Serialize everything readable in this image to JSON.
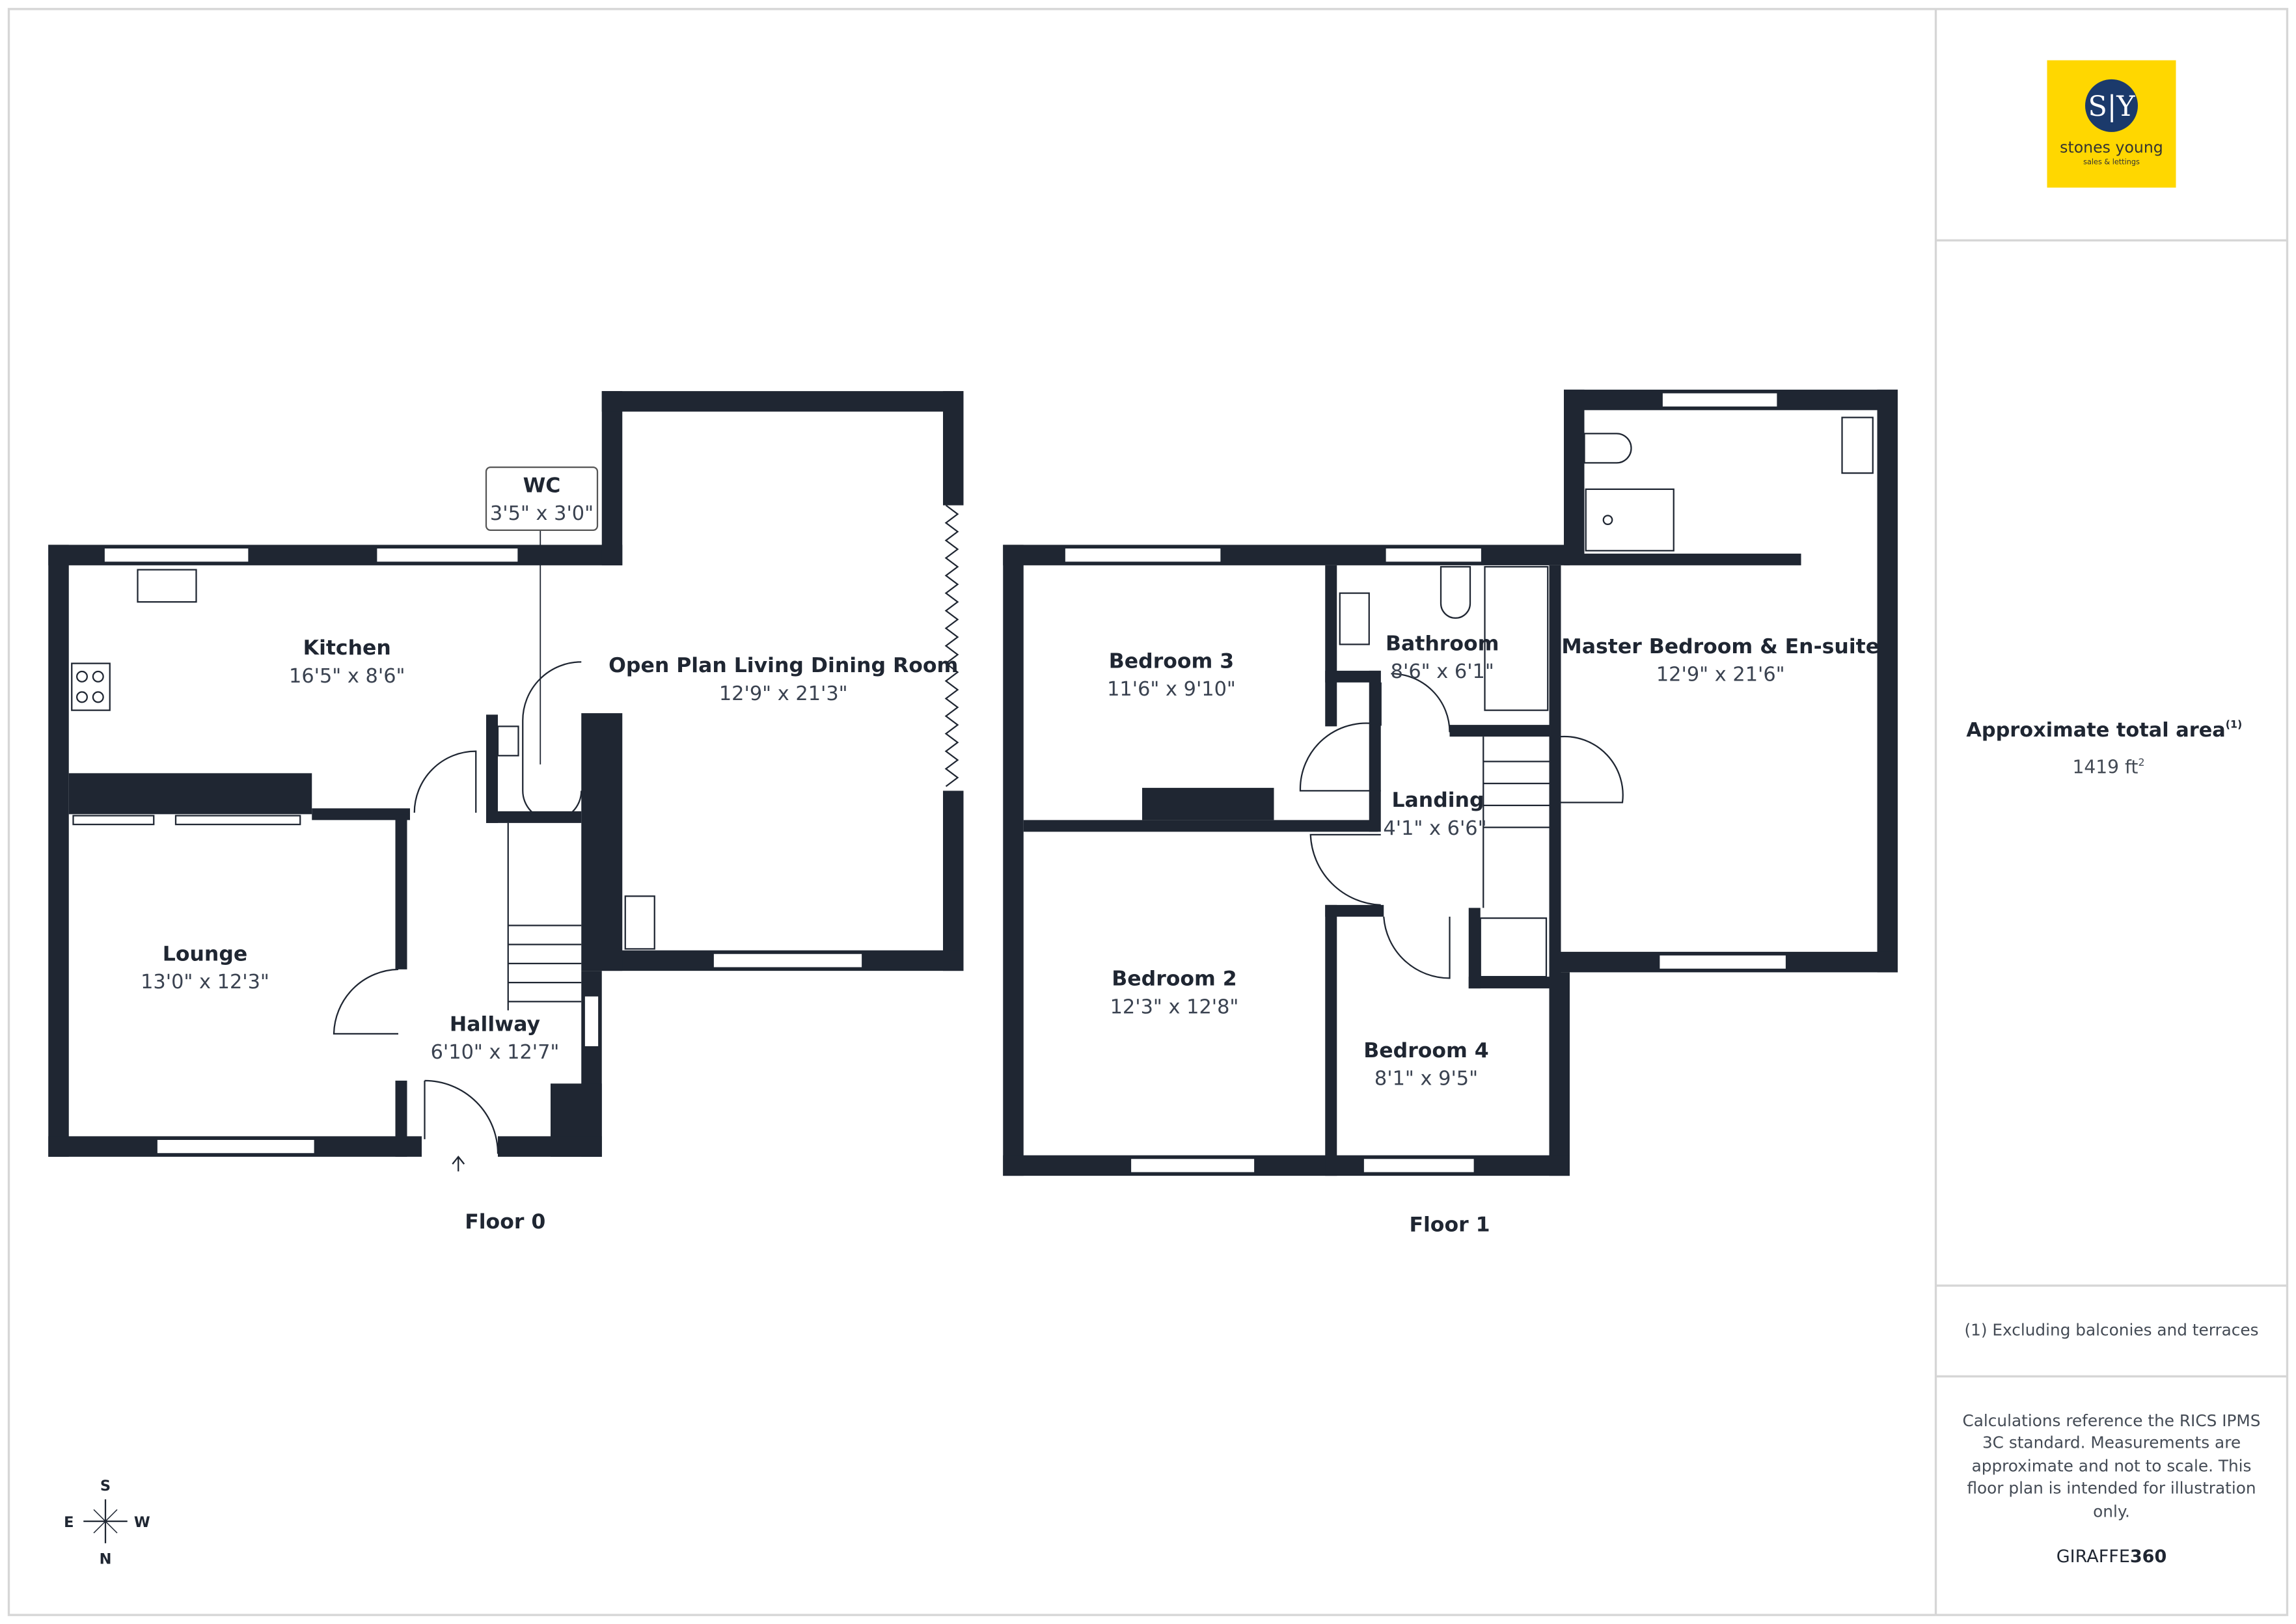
{
  "logo": {
    "monogram": "S|Y",
    "name": "stones young",
    "tagline": "sales & lettings",
    "bg_color": "#FFD700",
    "circle_color": "#1B3A6B"
  },
  "summary": {
    "label": "Approximate total area",
    "label_sup": "(1)",
    "value": "1419 ft",
    "value_sup": "2"
  },
  "footnote": "(1) Excluding balconies and terraces",
  "disclaimer_lines": [
    "Calculations reference the RICS IPMS",
    "3C standard. Measurements are",
    "approximate and not to scale. This",
    "floor plan is intended for illustration",
    "only."
  ],
  "brand": {
    "part1": "GIRAFFE",
    "part2": "360"
  },
  "compass": {
    "s": "S",
    "e": "E",
    "w": "W",
    "n": "N"
  },
  "floors": [
    {
      "label": "Floor 0",
      "rooms": [
        {
          "name": "Kitchen",
          "dims": "16'5\" x 8'6\""
        },
        {
          "name": "Open Plan Living Dining Room",
          "dims": "12'9\" x 21'3\""
        },
        {
          "name": "WC",
          "dims": "3'5\" x 3'0\""
        },
        {
          "name": "Lounge",
          "dims": "13'0\" x 12'3\""
        },
        {
          "name": "Hallway",
          "dims": "6'10\" x 12'7\""
        }
      ]
    },
    {
      "label": "Floor 1",
      "rooms": [
        {
          "name": "Bedroom 3",
          "dims": "11'6\" x 9'10\""
        },
        {
          "name": "Bathroom",
          "dims": "8'6\" x 6'1\""
        },
        {
          "name": "Master Bedroom & En-suite",
          "dims": "12'9\" x 21'6\""
        },
        {
          "name": "Landing",
          "dims": "4'1\" x 6'6\""
        },
        {
          "name": "Bedroom 2",
          "dims": "12'3\" x 12'8\""
        },
        {
          "name": "Bedroom 4",
          "dims": "8'1\" x 9'5\""
        }
      ]
    }
  ]
}
